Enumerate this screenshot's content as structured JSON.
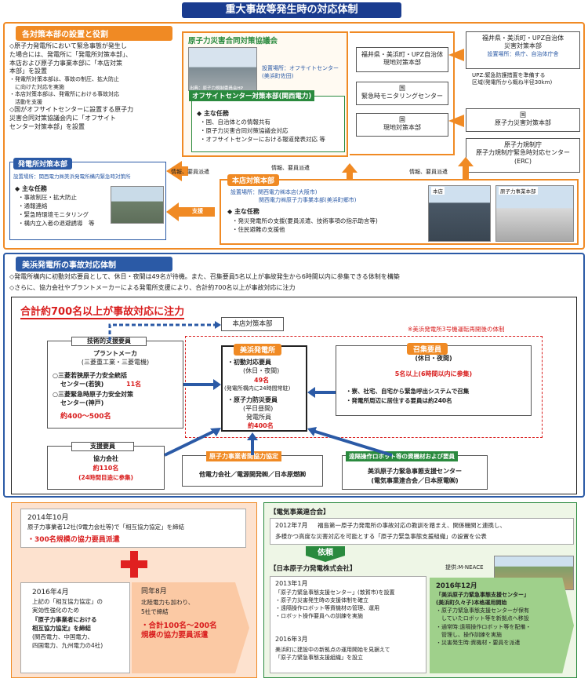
{
  "title": "重大事故等発生時の対応体制",
  "sec1": {
    "header": "各対策本部の設置と役割",
    "lines": [
      "◇原子力発電所において緊急事態が発生し",
      "た場合には、発電所に「発電所対策本部」、",
      "本店および原子力事業本部に「本店対策",
      "本部」を設置",
      "・発電所対策本部は、事故の制圧、拡大防止",
      "　に向けた対応を実施",
      "・本店対策本部は、発電所における事故対応",
      "　活動を支援",
      "◇国がオフサイトセンターに設置する原子力",
      "災害合同対策協議会内に「オフサイト",
      "センター対策本部」を設置"
    ],
    "plant_hq": {
      "title": "発電所対策本部",
      "location": "設置場所：関西電力㈱美浜発電所構内緊急時対策所",
      "duties_label": "◆ 主な任務",
      "duties": [
        "・事故制圧・拡大防止",
        "・通報連絡",
        "・緊急時環境モニタリング",
        "・構内立入者の退避誘導　等"
      ]
    },
    "council": {
      "title": "原子力災害合同対策協議会",
      "photo_caption": "出典：原子力規制委員会HP",
      "location": "設置場所：オフサイトセンター\n(美浜町佐田)"
    },
    "offsite": {
      "title": "オフサイトセンター対策本部(関西電力)",
      "duties_label": "◆ 主な任務",
      "duties": [
        "・国、自治体との情報共有",
        "・原子力災害合同対策協議会対応",
        "・オフサイトセンターにおける報道発表対応 等"
      ]
    },
    "local_hq": "福井県・美浜町・UPZ自治体\n現地対策本部",
    "monitoring": "国\n緊急時モニタリングセンター",
    "gov_local": "国\n現地対策本部",
    "upz_hq": {
      "title": "福井県・美浜町・UPZ自治体\n災害対策本部",
      "location": "設置場所：県庁、自治体庁舎",
      "note": "UPZ:緊急防護措置を準備する\n区域(発電所から概ね半径30km)"
    },
    "gov_hq": "国\n原子力災害対策本部",
    "nra": "原子力規制庁\n原子力規制庁緊急時対応センター\n(ERC)",
    "honten": {
      "title": "本店対策本部",
      "location1": "設置場所：関西電力㈱本店(大阪市)",
      "location2": "関西電力㈱原子力事業本部(美浜町郷市)",
      "duties_label": "◆ 主な任務",
      "duties": [
        "・発災発電所の支援(要員派遣、技術事項の指示助言等)",
        "・住民避難の支援他"
      ]
    },
    "photo1": "本店",
    "photo2": "原子力事業本部",
    "arrow1": "情報、要員派遣",
    "arrow2": "情報、要員派遣",
    "arrow3": "情報、要員派遣",
    "support": "支援"
  },
  "sec2": {
    "header": "美浜発電所の事故対応体制",
    "line1": "◇発電所構内に初動対応要員として、休日・夜間は49名が待機。また、召集要員5名以上が事故発生から6時間以内に参集できる体制を構築",
    "line2": "◇さらに、協力会社やプラントメーカーによる発電所支援により、合計約700名以上が事故対応に注力",
    "big": "合計約700名以上が事故対応に注力",
    "honten": "本店対策本部",
    "note": "※美浜発電所3号機運転再開後の体制",
    "tech": {
      "header": "技術的支援要員",
      "maker": "プラントメーカ",
      "maker2": "(三菱重工業・三菱電機)",
      "c1": "○三菱若狭原子力安全統括",
      "c1b": "センター(若狭)",
      "c1n": "11名",
      "c2": "○三菱緊急時原子力安全対策",
      "c2b": "センター(神戸)",
      "total": "約400〜500名"
    },
    "mihama": {
      "header": "美浜発電所",
      "i1": "・初動対応要員",
      "i1b": "(休日・夜間)",
      "i1n": "49名",
      "i1c": "(発電所構内に24時間常駐)",
      "i2": "・原子力防災要員",
      "i2b": "(平日昼間)",
      "i2c": "発電所員",
      "i2n": "約400名"
    },
    "call": {
      "header": "召集要員",
      "sub": "(休日・夜間)",
      "num": "5名以上(6時間以内に参集)",
      "b1": "・寮、社宅、自宅から緊急呼出システムで召集",
      "b2": "・発電所周辺に居住する要員は約240名"
    },
    "support": {
      "header": "支援要員",
      "l1": "協力会社",
      "num": "約110名",
      "note": "(24時間目途に参集)"
    },
    "agree": {
      "header": "原子力事業者間協力協定",
      "body": "他電力会社／電源開発㈱／日本原燃㈱"
    },
    "robot": {
      "header": "遠隔操作ロボット等の資機材および要員",
      "body": "美浜原子力緊急事態支援センター",
      "body2": "(電気事業連合会／日本原電㈱)"
    }
  },
  "sec3": {
    "y2014": "2014年10月",
    "y2014t": "原子力事業者12社(9電力会社等)で「相互協力協定」を締結",
    "y2014r": "・300名規模の協力要員派遣",
    "y2016": "2016年4月",
    "y2016t": [
      "上記の「相互協力協定」の",
      "実効性強化のため",
      "『原子力事業者における",
      "相互協力協定』を締結",
      "(関西電力、中国電力、",
      "四国電力、九州電力の4社)"
    ],
    "y2016b": "同年8月",
    "y2016bt": [
      "北陸電力も加わり、",
      "5社で締結"
    ],
    "y2016br": "・合計100名〜200名\n規模の協力要員派遣"
  },
  "sec4": {
    "fepc": "【電気事業連合会】",
    "y2012": "2012年7月",
    "y2012t": "福島第一原子力発電所の事故対応の教訓を踏まえ、関係機関と連携し、",
    "y2012t2": "多様かつ高度な災害対応を可能とする「原子力緊急事態支援組織」の設置を公表",
    "irai": "依頼",
    "japc": "【日本原子力発電株式会社】",
    "credit": "提供:M-NEACE",
    "y2013": "2013年1月",
    "y2013t": [
      "「原子力緊急事態支援センター」(敦賀市)を設置",
      "・原子力災害発生時の支援体制を確立",
      "・遠隔操作ロボット等資機材の管理、運用",
      "・ロボット操作要員への訓練を実施"
    ],
    "y2016m": "2016年3月",
    "y2016mt": [
      "美浜町に建設中の新拠点の運用開始を見据えて",
      "「原子力緊急事態支援組織」を設立"
    ],
    "y2016d": "2016年12月",
    "y2016dt": [
      "「美浜原子力緊急事態支援センター」",
      "(美浜町久々子)本格運用開始",
      "・原子力緊急事態支援センターが保有",
      "　していたロボット等を新拠点へ移設",
      "・通常時:遠隔操作ロボット等を配備・",
      "　管理し、操作訓練を実施",
      "・災害発生時:資機材・要員を派遣"
    ]
  }
}
